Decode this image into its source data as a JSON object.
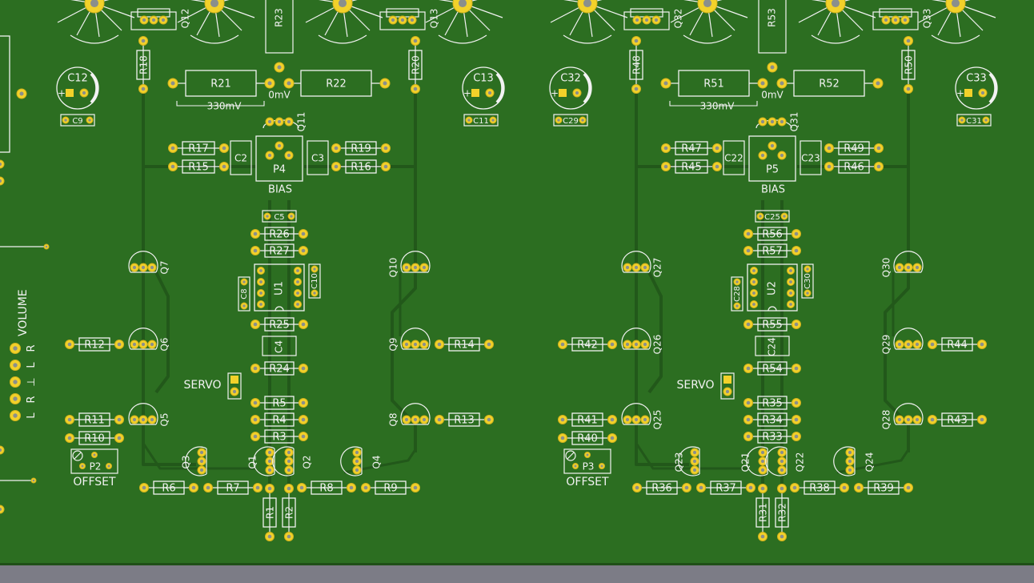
{
  "board": {
    "background": "#7c7c86",
    "pcb_color": "#2c6e21",
    "trace_color": "#22581a",
    "silk_color": "#f2f2f2",
    "pad_color": "#f2d12a"
  },
  "left_strip": {
    "volume_label": "VOLUME",
    "pin_labels": [
      "L",
      "R",
      "⊥",
      "L",
      "R"
    ]
  },
  "channels": [
    {
      "id": "channel-1",
      "top_q_left": "Q12",
      "top_r_mid": "R23",
      "top_q_right": "Q13",
      "r_left_vert": "R18",
      "r_right_vert": "R20",
      "c_left_big": "C12",
      "c_right_big": "C13",
      "c_left_small": "C9",
      "c_right_small": "C11",
      "r_emitter_left": "R21",
      "r_emitter_right": "R22",
      "mv_left": "330mV",
      "mv_right": "0mV",
      "q_driver": "Q11",
      "r_a1": "R17",
      "r_a2": "R15",
      "r_b1": "R19",
      "r_b2": "R16",
      "c_a": "C2",
      "c_b": "C3",
      "pot": "P4",
      "bias": "BIAS",
      "c_small_mid": "C5",
      "r_mid1": "R26",
      "r_mid2": "R27",
      "q_left_vas": "Q7",
      "q_right_vas": "Q10",
      "c_opamp_left": "C8",
      "opamp": "U1",
      "c_opamp_right": "C10",
      "r_mid3": "R25",
      "c_mid": "C4",
      "r_mid4": "R24",
      "r_left_q6": "R12",
      "q_left_mid": "Q6",
      "q_right_mid": "Q9",
      "r_right_q9": "R14",
      "servo": "SERVO",
      "r_stack": [
        "R5",
        "R4",
        "R3"
      ],
      "r_left_q5a": "R11",
      "r_left_q5b": "R10",
      "q_left_low": "Q5",
      "q_right_low": "Q8",
      "r_right_q8": "R13",
      "offset_pot": "P2",
      "offset_label": "OFFSET",
      "q_bottom": [
        "Q3",
        "Q1",
        "Q2",
        "Q4"
      ],
      "r_bottom": [
        "R6",
        "R7",
        "R8",
        "R9"
      ],
      "r_vertical": [
        "R1",
        "R2"
      ]
    },
    {
      "id": "channel-2",
      "top_q_left": "Q32",
      "top_r_mid": "R53",
      "top_q_right": "Q33",
      "r_left_vert": "R48",
      "r_right_vert": "R50",
      "c_left_big": "C32",
      "c_right_big": "C33",
      "c_left_small": "C29",
      "c_right_small": "C31",
      "r_emitter_left": "R51",
      "r_emitter_right": "R52",
      "mv_left": "330mV",
      "mv_right": "0mV",
      "q_driver": "Q31",
      "r_a1": "R47",
      "r_a2": "R45",
      "r_b1": "R49",
      "r_b2": "R46",
      "c_a": "C22",
      "c_b": "C23",
      "pot": "P5",
      "bias": "BIAS",
      "c_small_mid": "C25",
      "r_mid1": "R56",
      "r_mid2": "R57",
      "q_left_vas": "Q27",
      "q_right_vas": "Q30",
      "c_opamp_left": "C28",
      "opamp": "U2",
      "c_opamp_right": "C30",
      "r_mid3": "R55",
      "c_mid": "C24",
      "r_mid4": "R54",
      "r_left_q6": "R42",
      "q_left_mid": "Q26",
      "q_right_mid": "Q29",
      "r_right_q9": "R44",
      "servo": "SERVO",
      "r_stack": [
        "R35",
        "R34",
        "R33"
      ],
      "r_left_q5a": "R41",
      "r_left_q5b": "R40",
      "q_left_low": "Q25",
      "q_right_low": "Q28",
      "r_right_q8": "R43",
      "offset_pot": "P3",
      "offset_label": "OFFSET",
      "q_bottom": [
        "Q23",
        "Q21",
        "Q22",
        "Q24"
      ],
      "r_bottom": [
        "R36",
        "R37",
        "R38",
        "R39"
      ],
      "r_vertical": [
        "R31",
        "R32"
      ]
    }
  ]
}
